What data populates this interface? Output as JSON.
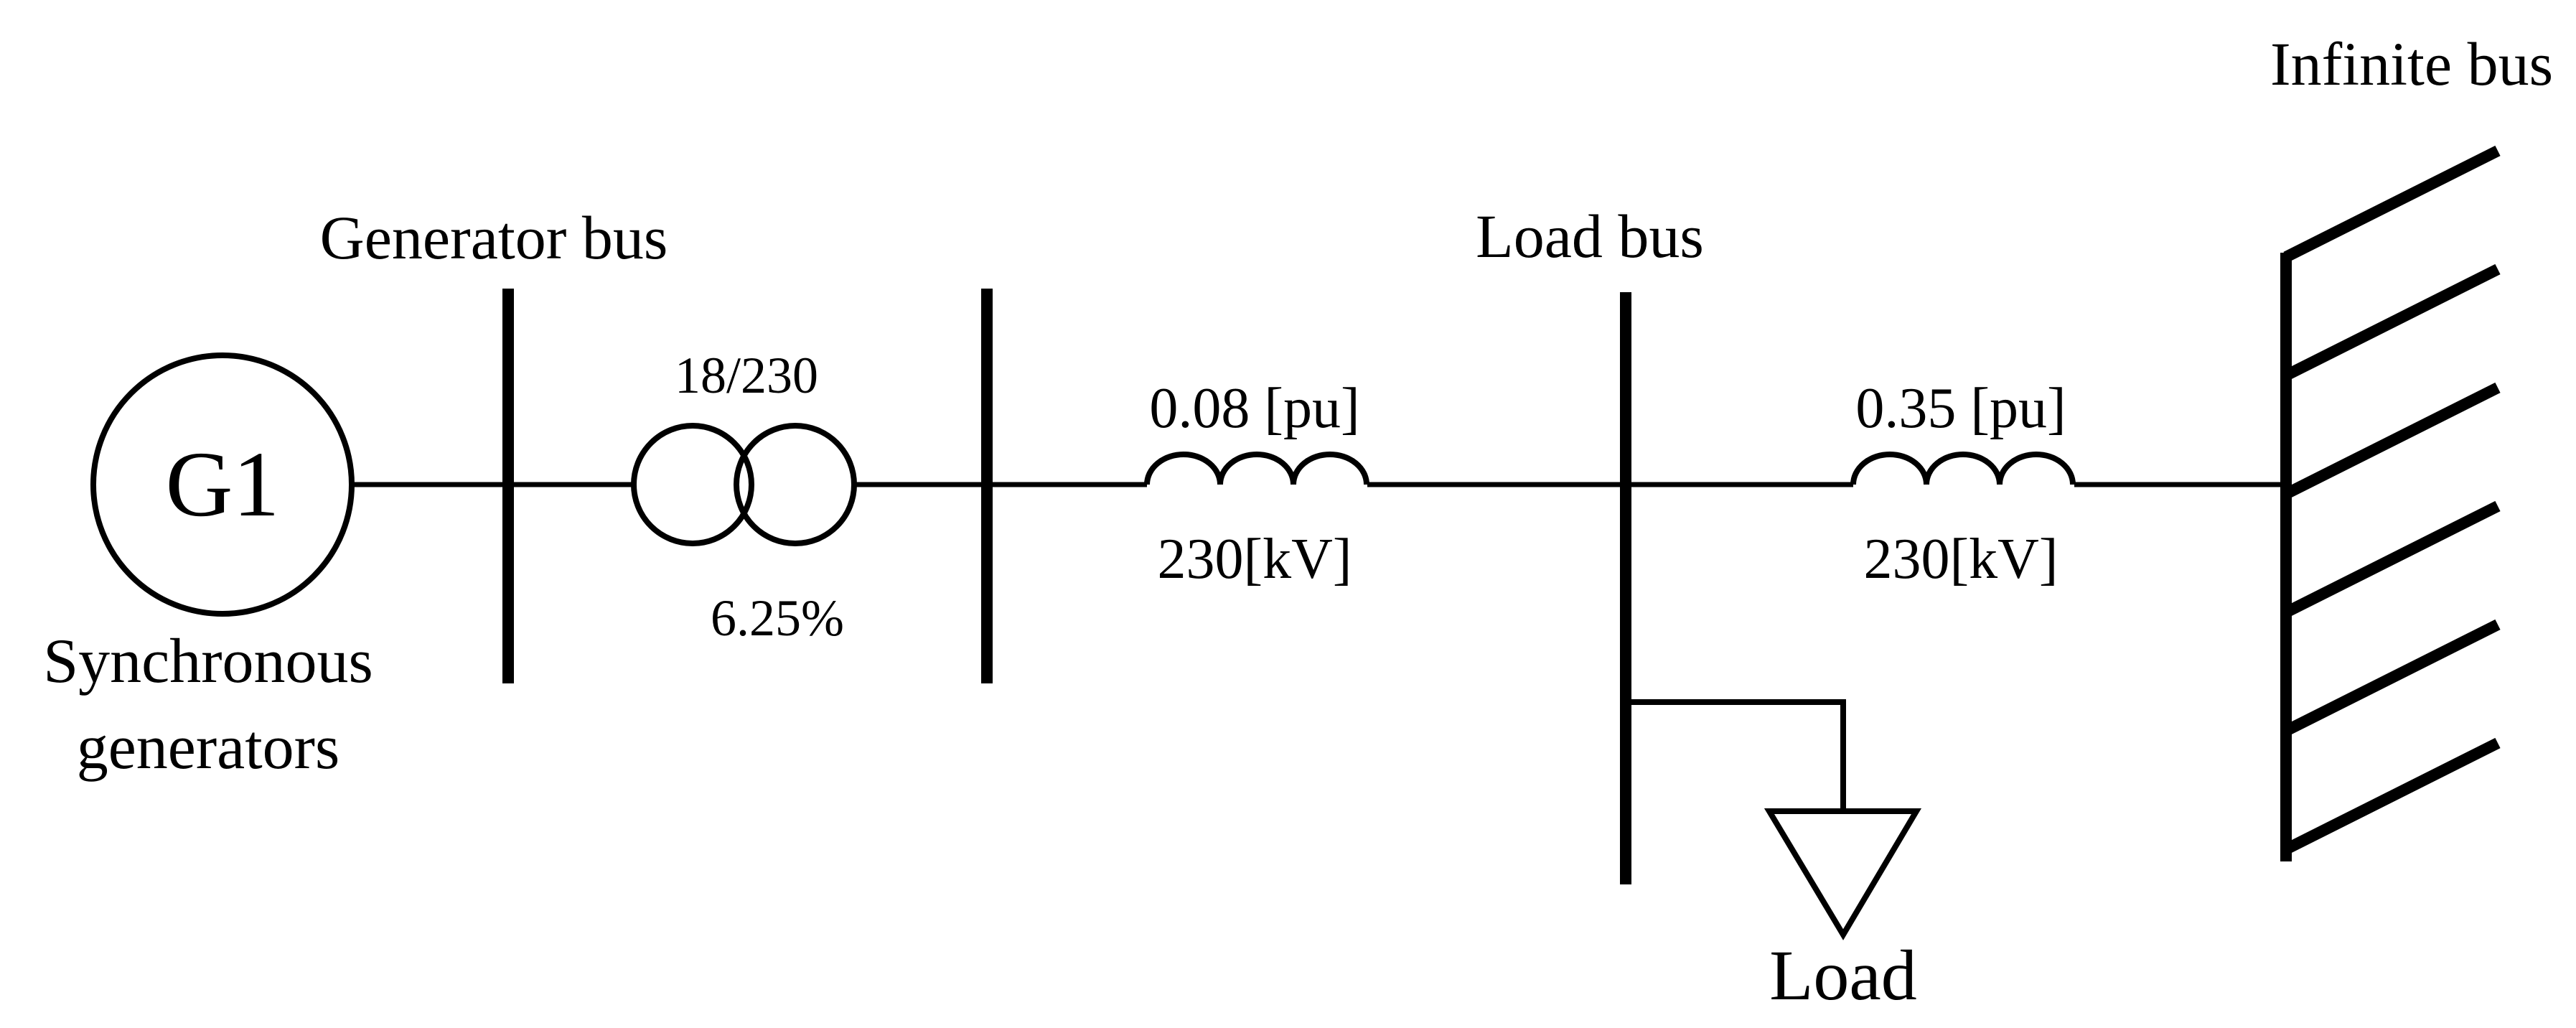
{
  "colors": {
    "line": "#000000",
    "background": "#ffffff"
  },
  "generator": {
    "symbol_label": "G1",
    "caption_line1": "Synchronous",
    "caption_line2": "generators"
  },
  "generator_bus": {
    "label": "Generator bus"
  },
  "transformer": {
    "ratio": "18/230",
    "impedance": "6.25%"
  },
  "line1": {
    "impedance": "0.08 [pu]",
    "voltage": "230[kV]"
  },
  "load_bus": {
    "label": "Load bus"
  },
  "line2": {
    "impedance": "0.35 [pu]",
    "voltage": "230[kV]"
  },
  "load": {
    "label": "Load"
  },
  "infinite_bus": {
    "label": "Infinite bus"
  }
}
